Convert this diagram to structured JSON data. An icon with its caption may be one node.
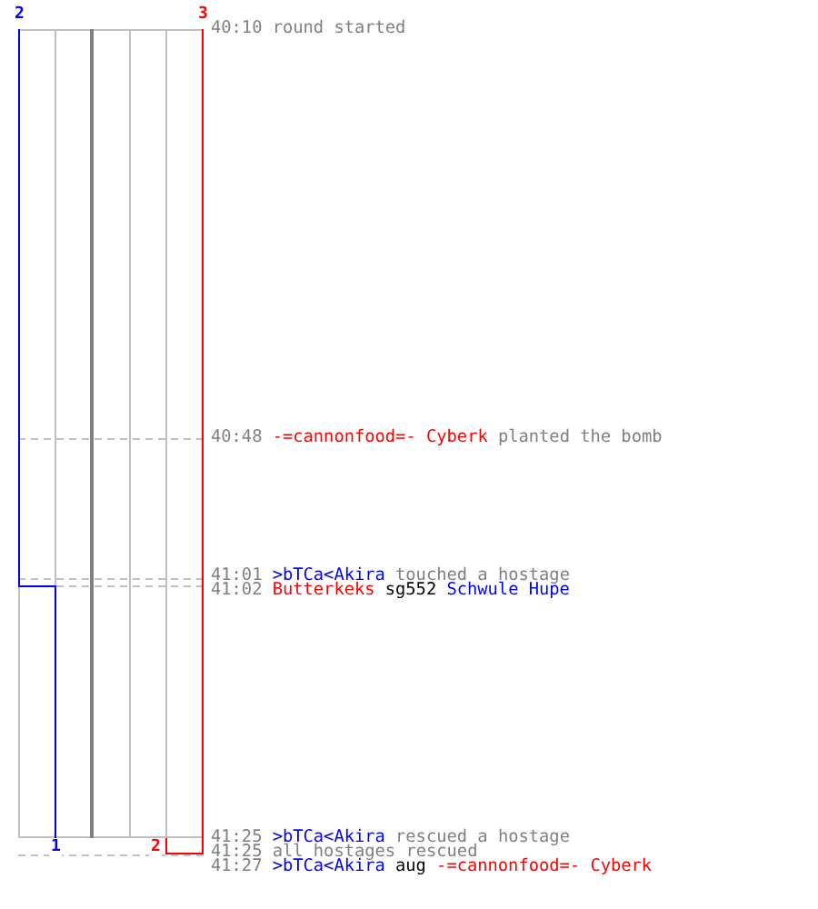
{
  "diagram": {
    "labels": [
      "2",
      "3",
      "40:10",
      "round started",
      "40:48",
      "-=cannonfood=- Cyberk",
      "planted the bomb",
      "41:01",
      ">bTCa<Akira",
      "touched a hostage",
      "41:02",
      "Butterkeks",
      "sg552",
      "Schwule Hupe",
      "41:25",
      ">bTCa<Akira",
      "rescued a hostage",
      "41:25",
      "all hostages rescued",
      "41:27",
      ">bTCa<Akira",
      "aug",
      "-=cannonfood=- Cyberk",
      "1",
      "2"
    ]
  }
}
